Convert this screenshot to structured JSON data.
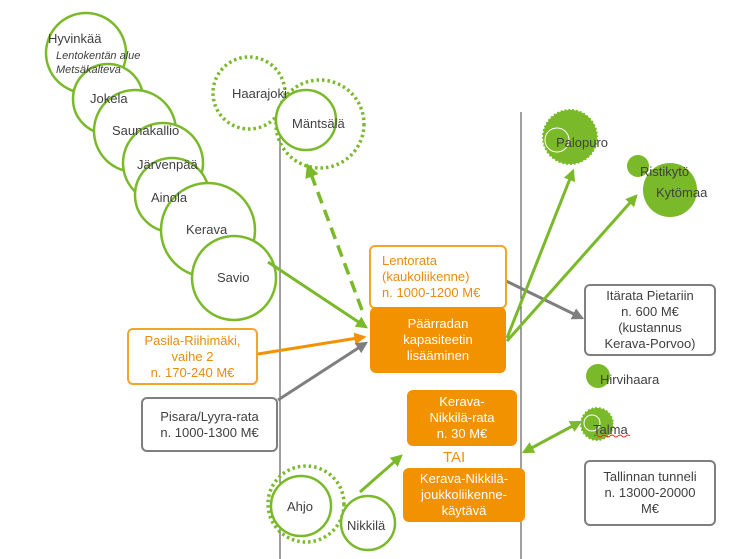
{
  "colors": {
    "green": "#7ab929",
    "orange": "#f39200",
    "gray": "#7f7f7f",
    "text": "#404040"
  },
  "left_stations": {
    "hyvinkaa": "Hyvinkää",
    "hyvinkaa_note_1": "Lentokentän alue",
    "hyvinkaa_note_2": "Metsäkalteva",
    "jokela": "Jokela",
    "saunakallio": "Saunakallio",
    "jarvenpaa": "Järvenpää",
    "ainola": "Ainola",
    "kerava": "Kerava",
    "savio": "Savio"
  },
  "mid_stations": {
    "haarajoki": "Haarajoki",
    "mantsala": "Mäntsälä",
    "ahjo": "Ahjo",
    "nikkila": "Nikkilä"
  },
  "right_stations": {
    "palopuro": "Palopuro",
    "ristikyto": "Ristikytö",
    "kytomaa": "Kytömaa",
    "hirvihaara": "Hirvihaara",
    "talma": "Talma"
  },
  "boxes": {
    "lentorata": "Lentorata\n(kaukoliikenne)\nn. 1000-1200 M€",
    "paaradan": "Päärradan\nkapasiteetin\nlisääminen",
    "pasila": "Pasila-Riihimäki,\nvaihe 2\nn. 170-240 M€",
    "pisara": "Pisara/Lyyra-rata\nn. 1000-1300 M€",
    "kerava_nikkila_rata": "Kerava-\nNikkilä-rata\nn. 30 M€",
    "tai": "TAI",
    "kerava_nikkila_joukko": "Kerava-Nikkilä-\njoukkoliikenne-\nkäytävä",
    "itarata": "Itärata Pietariin\nn. 600 M€\n(kustannus\nKerava-Porvoo)",
    "tallinna": "Tallinnan tunneli\nn. 13000-20000\nM€"
  }
}
